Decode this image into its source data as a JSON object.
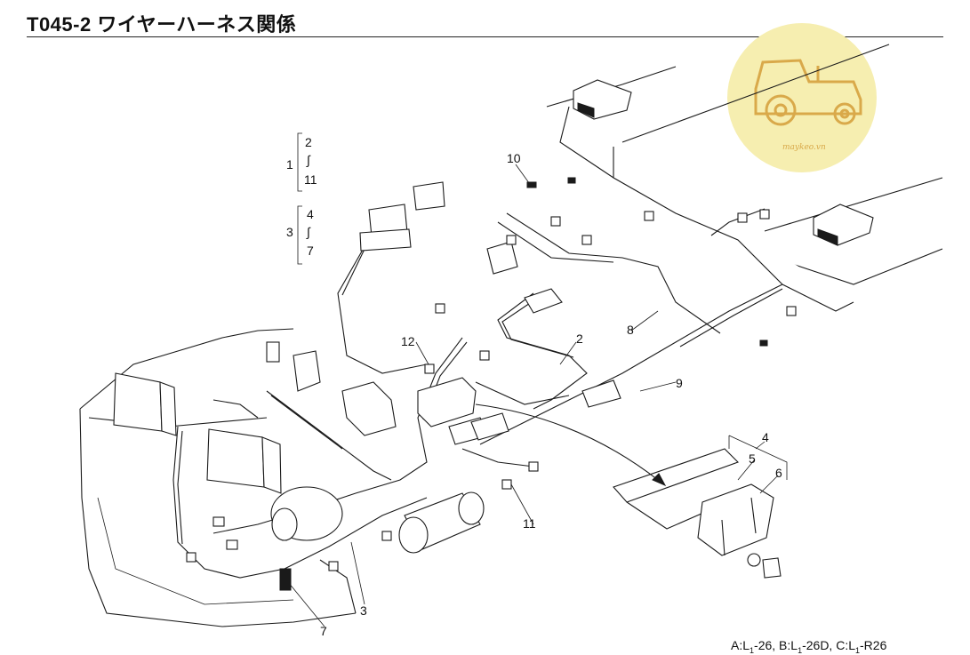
{
  "title": "T045-2 ワイヤーハーネス関係",
  "callouts": {
    "c1": "1",
    "c2": "2",
    "c3": "3",
    "c4": "4",
    "c5": "5",
    "c6": "6",
    "c7": "7",
    "c8": "8",
    "c9": "9",
    "c10": "10",
    "c11": "11",
    "c12": "12"
  },
  "bracket_group_1": {
    "num": "1",
    "from": "2",
    "to": "11",
    "tilde": "∫"
  },
  "bracket_group_3": {
    "num": "3",
    "from": "4",
    "to": "7",
    "tilde": "∫"
  },
  "footer": {
    "a_prefix": "A:L",
    "a_sub": "1",
    "a_suffix": "-26,",
    "b_prefix": "B:L",
    "b_sub": "1",
    "b_suffix": "-26D,",
    "c_prefix": "C:L",
    "c_sub": "1",
    "c_suffix": "-R26"
  },
  "watermark": {
    "text": "maykeo.vn",
    "color": "#f6eeb0",
    "logo_color": "#d9a94a"
  }
}
